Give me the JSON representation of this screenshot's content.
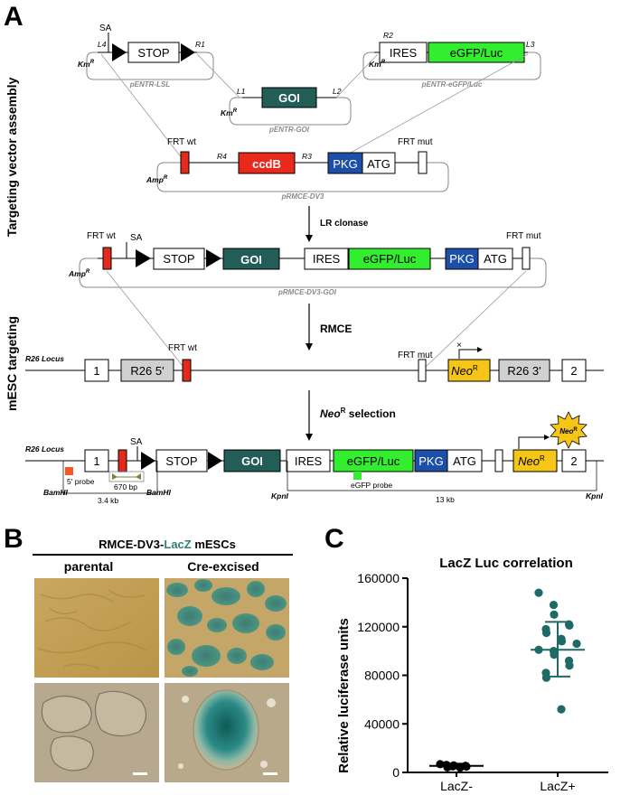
{
  "panels": {
    "a": "A",
    "b": "B",
    "c": "C"
  },
  "side_labels": {
    "targeting": "Targeting vector assembly",
    "mesc": "mESC targeting"
  },
  "vectors": {
    "lsl": {
      "sa": "SA",
      "l4": "L4",
      "stop": "STOP",
      "r1": "R1",
      "km": "Km",
      "km_sup": "R",
      "name": "pENTR-LSL"
    },
    "egfp": {
      "r2": "R2",
      "ires": "IRES",
      "egfp": "eGFP/Luc",
      "l3": "L3",
      "km": "Km",
      "km_sup": "R",
      "name": "pENTR-eGFP/Luc"
    },
    "goi": {
      "l1": "L1",
      "goi": "GOI",
      "l2": "L2",
      "km": "Km",
      "km_sup": "R",
      "name": "pENTR-GOI"
    },
    "dv3": {
      "frt_wt": "FRT wt",
      "frt_mut": "FRT mut",
      "r4": "R4",
      "ccdb": "ccdB",
      "r3": "R3",
      "pkg": "PKG",
      "atg": "ATG",
      "amp": "Amp",
      "amp_sup": "R",
      "name": "pRMCE-DV3"
    },
    "dv3goi": {
      "frt_wt": "FRT wt",
      "sa": "SA",
      "stop": "STOP",
      "goi": "GOI",
      "ires": "IRES",
      "egfp": "eGFP/Luc",
      "pkg": "PKG",
      "atg": "ATG",
      "frt_mut": "FRT mut",
      "amp": "Amp",
      "amp_sup": "R",
      "name": "pRMCE-DV3-GOI"
    }
  },
  "steps": {
    "lr": "LR clonase",
    "rmce": "RMCE",
    "neo": "Neo",
    "neo_sup": "R",
    "neo_rest": " selection"
  },
  "locus1": {
    "name": "R26 Locus",
    "exon1": "1",
    "r26_5": "R26 5'",
    "frt_wt": "FRT wt",
    "frt_mut": "FRT mut",
    "neo": "Neo",
    "neo_sup": "R",
    "r26_3": "R26 3'",
    "exon2": "2",
    "x": "×"
  },
  "locus2": {
    "name": "R26 Locus",
    "exon1": "1",
    "sa": "SA",
    "stop": "STOP",
    "goi": "GOI",
    "ires": "IRES",
    "egfp": "eGFP/Luc",
    "pkg": "PKG",
    "atg": "ATG",
    "neo": "Neo",
    "neo_sup": "R",
    "exon2": "2",
    "probe5": "5' probe",
    "pcr": "670 bp",
    "bamhi1": "BamHI",
    "bamhi2": "BamHI",
    "size1": "3.4 kb",
    "kpni1": "KpnI",
    "kpni2": "KpnI",
    "egfp_probe": "eGFP probe",
    "size2": "13 kb",
    "burst_neo": "Neo",
    "burst_sup": "R"
  },
  "panel_b": {
    "title_pre": "RMCE-DV3-",
    "title_lacz": "LacZ",
    "title_post": " mESCs",
    "col1": "parental",
    "col2": "Cre-excised"
  },
  "colors": {
    "goi": "#235d58",
    "ccdb": "#e8291c",
    "pkg": "#1e4fa8",
    "egfp": "#33ee2e",
    "neo": "#f5c518",
    "frt": "#e42a1d",
    "probe5": "#f05a24",
    "lacz": "#2f7e78",
    "dot": "#1e6a66"
  },
  "chart_data": {
    "type": "scatter",
    "title": "LacZ Luc correlation",
    "xlabel": "",
    "ylabel": "Relative luciferase units",
    "categories": [
      "LacZ-",
      "LacZ+"
    ],
    "ylim": [
      0,
      160000
    ],
    "yticks": [
      0,
      40000,
      80000,
      120000,
      160000
    ],
    "series": [
      {
        "category": "LacZ-",
        "values": [
          6800,
          5800,
          5000,
          4800,
          5400,
          4200,
          6200,
          3900
        ],
        "mean": 5400,
        "sd_low": 3600,
        "sd_high": 7200
      },
      {
        "category": "LacZ+",
        "values": [
          148000,
          138000,
          130000,
          122000,
          121000,
          118000,
          115000,
          110000,
          108000,
          106000,
          101000,
          100000,
          97000,
          92000,
          88000,
          82000,
          78000,
          52000
        ],
        "mean": 101000,
        "sd_low": 79000,
        "sd_high": 124000
      }
    ]
  }
}
